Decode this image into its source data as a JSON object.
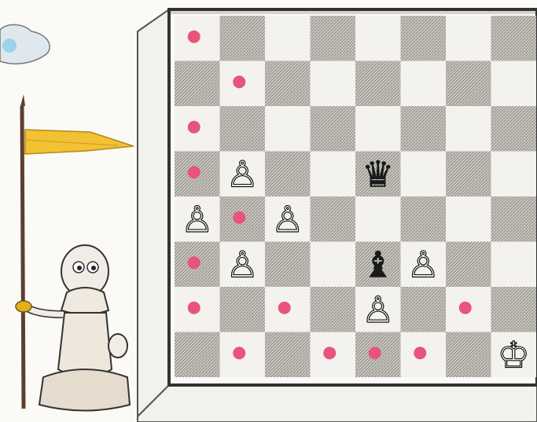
{
  "colors": {
    "light_square": "#f4f2ee",
    "dark_square": "#b9b6b0",
    "board_border": "#3a3a3a",
    "marker": "#e8547a",
    "flag": "#f2c233"
  },
  "board": {
    "files": [
      "a",
      "b",
      "c",
      "d",
      "e",
      "f",
      "g",
      "h"
    ],
    "ranks": [
      8,
      7,
      6,
      5,
      4,
      3,
      2,
      1
    ],
    "pieces": [
      {
        "square": "b5",
        "color": "white",
        "type": "pawn",
        "glyph": "♙",
        "icon": "white-pawn-icon"
      },
      {
        "square": "a4",
        "color": "white",
        "type": "pawn",
        "glyph": "♙",
        "icon": "white-pawn-icon"
      },
      {
        "square": "c4",
        "color": "white",
        "type": "pawn",
        "glyph": "♙",
        "icon": "white-pawn-icon"
      },
      {
        "square": "b3",
        "color": "white",
        "type": "pawn",
        "glyph": "♙",
        "icon": "white-pawn-icon"
      },
      {
        "square": "f3",
        "color": "white",
        "type": "pawn",
        "glyph": "♙",
        "icon": "white-pawn-icon"
      },
      {
        "square": "e2",
        "color": "white",
        "type": "pawn",
        "glyph": "♙",
        "icon": "white-pawn-icon"
      },
      {
        "square": "h1",
        "color": "white",
        "type": "king",
        "glyph": "♔",
        "icon": "white-king-icon"
      },
      {
        "square": "e5",
        "color": "black",
        "type": "queen",
        "glyph": "♛",
        "icon": "black-queen-icon"
      },
      {
        "square": "e3",
        "color": "black",
        "type": "bishop",
        "glyph": "♝",
        "icon": "black-bishop-icon"
      }
    ],
    "markers": [
      "a8",
      "b7",
      "a6",
      "a5",
      "b4",
      "a3",
      "a2",
      "c2",
      "g2",
      "b1",
      "d1",
      "e1",
      "f1"
    ]
  },
  "illustration": {
    "character": "pawn-flagbearer-icon",
    "flag": "pennant-flag-icon",
    "cloud": "cloud-icon"
  }
}
